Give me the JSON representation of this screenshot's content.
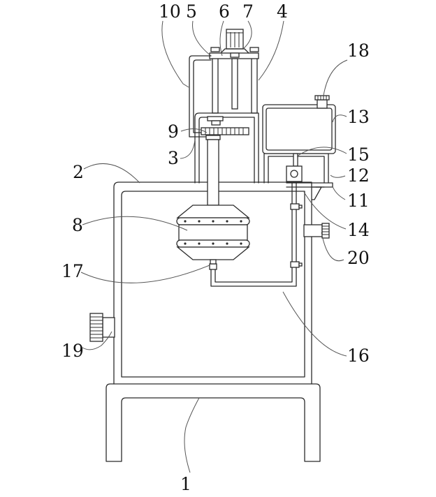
{
  "diagram": {
    "type": "patent-mechanical-drawing",
    "line_color": "#2b2b2b",
    "background": "#ffffff",
    "labels": [
      {
        "id": "1",
        "text": "1",
        "part": "support-frame"
      },
      {
        "id": "2",
        "text": "2",
        "part": "tank-body"
      },
      {
        "id": "3",
        "text": "3",
        "part": "gear-housing"
      },
      {
        "id": "4",
        "text": "4",
        "part": "upper-frame-post"
      },
      {
        "id": "5",
        "text": "5",
        "part": "top-plate"
      },
      {
        "id": "6",
        "text": "6",
        "part": "motor-mount"
      },
      {
        "id": "7",
        "text": "7",
        "part": "motor"
      },
      {
        "id": "8",
        "text": "8",
        "part": "rotating-mixer-drum"
      },
      {
        "id": "9",
        "text": "9",
        "part": "gear-set"
      },
      {
        "id": "10",
        "text": "10",
        "part": "side-pipe"
      },
      {
        "id": "11",
        "text": "11",
        "part": "bracket"
      },
      {
        "id": "12",
        "text": "12",
        "part": "reservoir-support"
      },
      {
        "id": "13",
        "text": "13",
        "part": "reservoir-tank"
      },
      {
        "id": "14",
        "text": "14",
        "part": "pump-valve"
      },
      {
        "id": "15",
        "text": "15",
        "part": "outlet-pipe"
      },
      {
        "id": "16",
        "text": "16",
        "part": "feed-pipe"
      },
      {
        "id": "17",
        "text": "17",
        "part": "drum-nozzle"
      },
      {
        "id": "18",
        "text": "18",
        "part": "filler-cap"
      },
      {
        "id": "19",
        "text": "19",
        "part": "drain-port"
      },
      {
        "id": "20",
        "text": "20",
        "part": "side-port"
      }
    ]
  }
}
